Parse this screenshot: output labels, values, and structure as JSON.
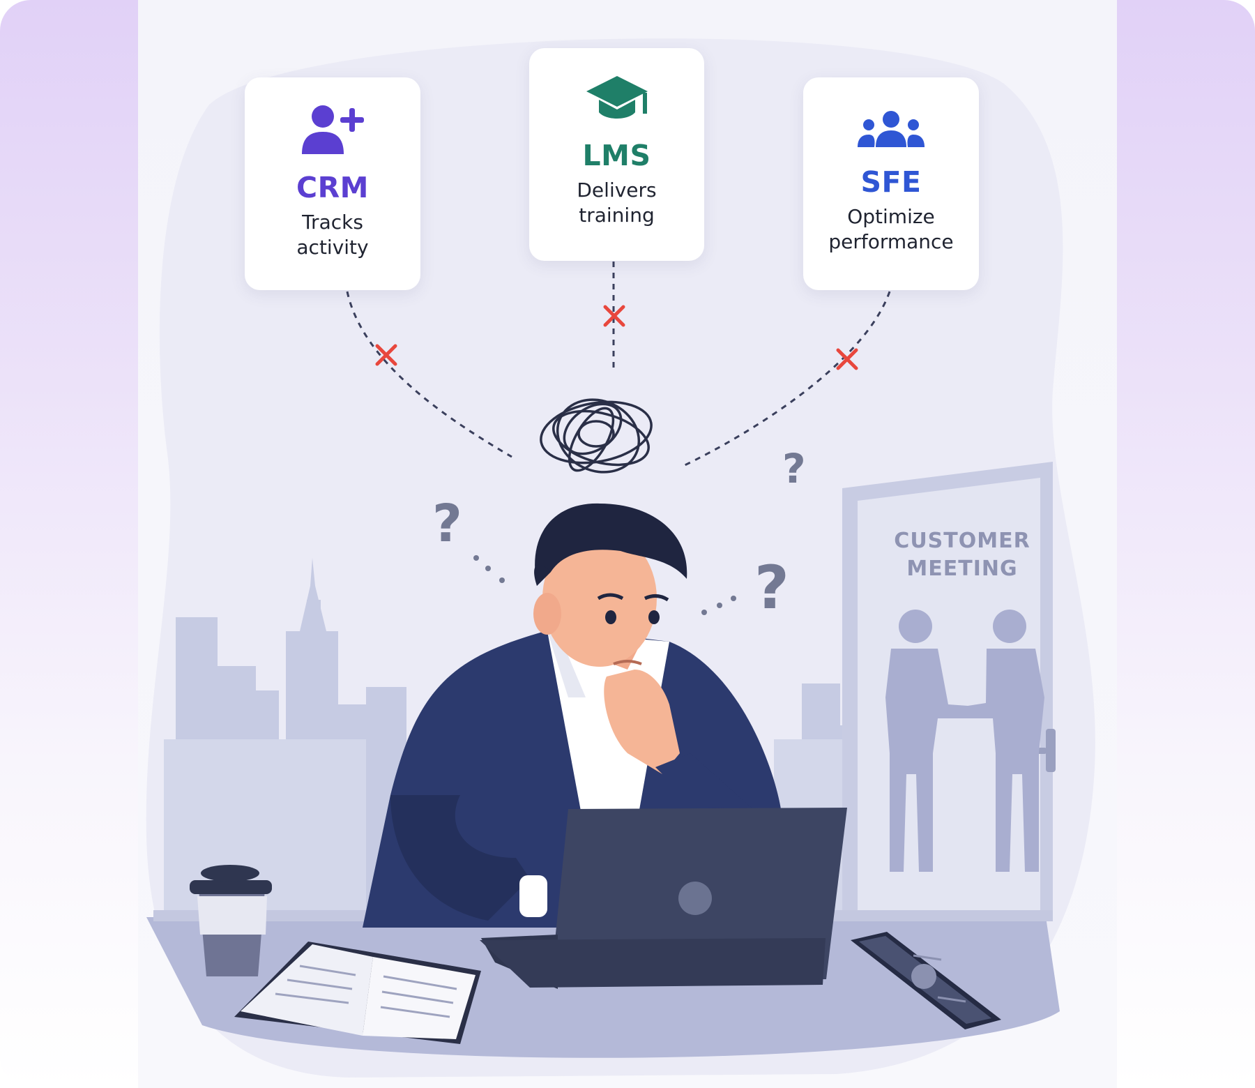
{
  "cards": [
    {
      "id": "crm",
      "title": "CRM",
      "description": "Tracks\nactivity",
      "icon": "user-plus-icon",
      "color": "#5b3fd1"
    },
    {
      "id": "lms",
      "title": "LMS",
      "description": "Delivers\ntraining",
      "icon": "graduation-cap-icon",
      "color": "#1f7f68"
    },
    {
      "id": "sfe",
      "title": "SFE",
      "description": "Optimize\nperformance",
      "icon": "users-group-icon",
      "color": "#2f56d4"
    }
  ],
  "door_sign": "CUSTOMER\nMEETING",
  "colors": {
    "background_top": "#e1d1f7",
    "panel": "#f4f4fa",
    "illustration": "#c3c8e2",
    "suit": "#2c3a6e",
    "laptop": "#3d4563",
    "disconnect_x": "#e8473d"
  }
}
